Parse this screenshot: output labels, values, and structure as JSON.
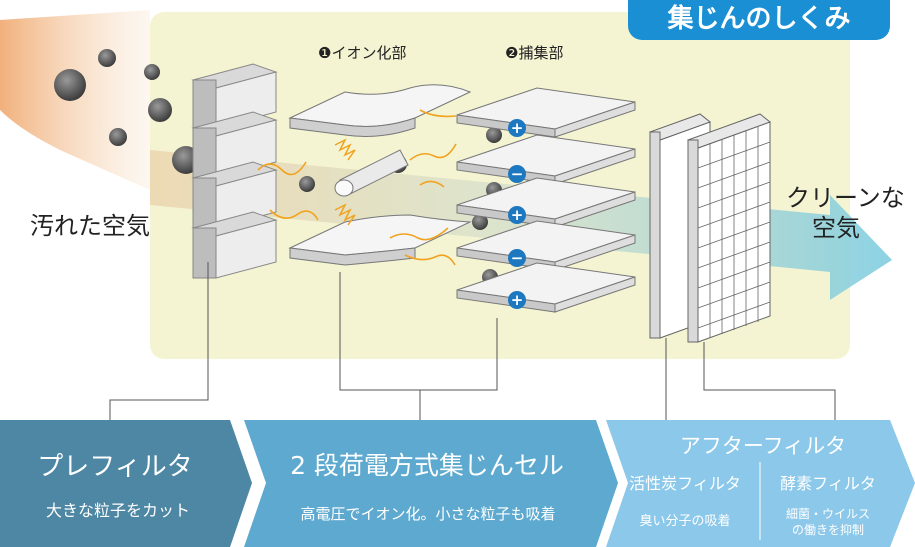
{
  "title": "集じんのしくみ",
  "stage_labels": {
    "ionization": "❶イオン化部",
    "collection": "❷捕集部"
  },
  "air_labels": {
    "dirty": "汚れた空気",
    "clean_line1": "クリーンな",
    "clean_line2": "空気"
  },
  "plate_signs": [
    "+",
    "−",
    "+",
    "−",
    "+"
  ],
  "steps": [
    {
      "title": "プレフィルタ",
      "description": "大きな粒子をカット"
    },
    {
      "title": "2 段荷電方式集じんセル",
      "description": "高電圧でイオン化。小さな粒子も吸着"
    },
    {
      "title": "アフターフィルタ",
      "sub": [
        {
          "name": "活性炭フィルタ",
          "description": "臭い分子の吸着"
        },
        {
          "name": "酵素フィルタ",
          "description": "細菌・ウイルスの働きを抑制"
        }
      ],
      "sub_desc_lines": [
        "細菌・ウイルス",
        "の働きを抑制"
      ]
    }
  ],
  "colors": {
    "title_bg": "#1a8fd4",
    "panel_bg": "#f4f4d2",
    "step1": "#4d87a4",
    "step2": "#5ea9cf",
    "step3": "#8cc8ea",
    "sign": "#1d78c0",
    "spark": "#f1a320",
    "particle": "#555555"
  }
}
